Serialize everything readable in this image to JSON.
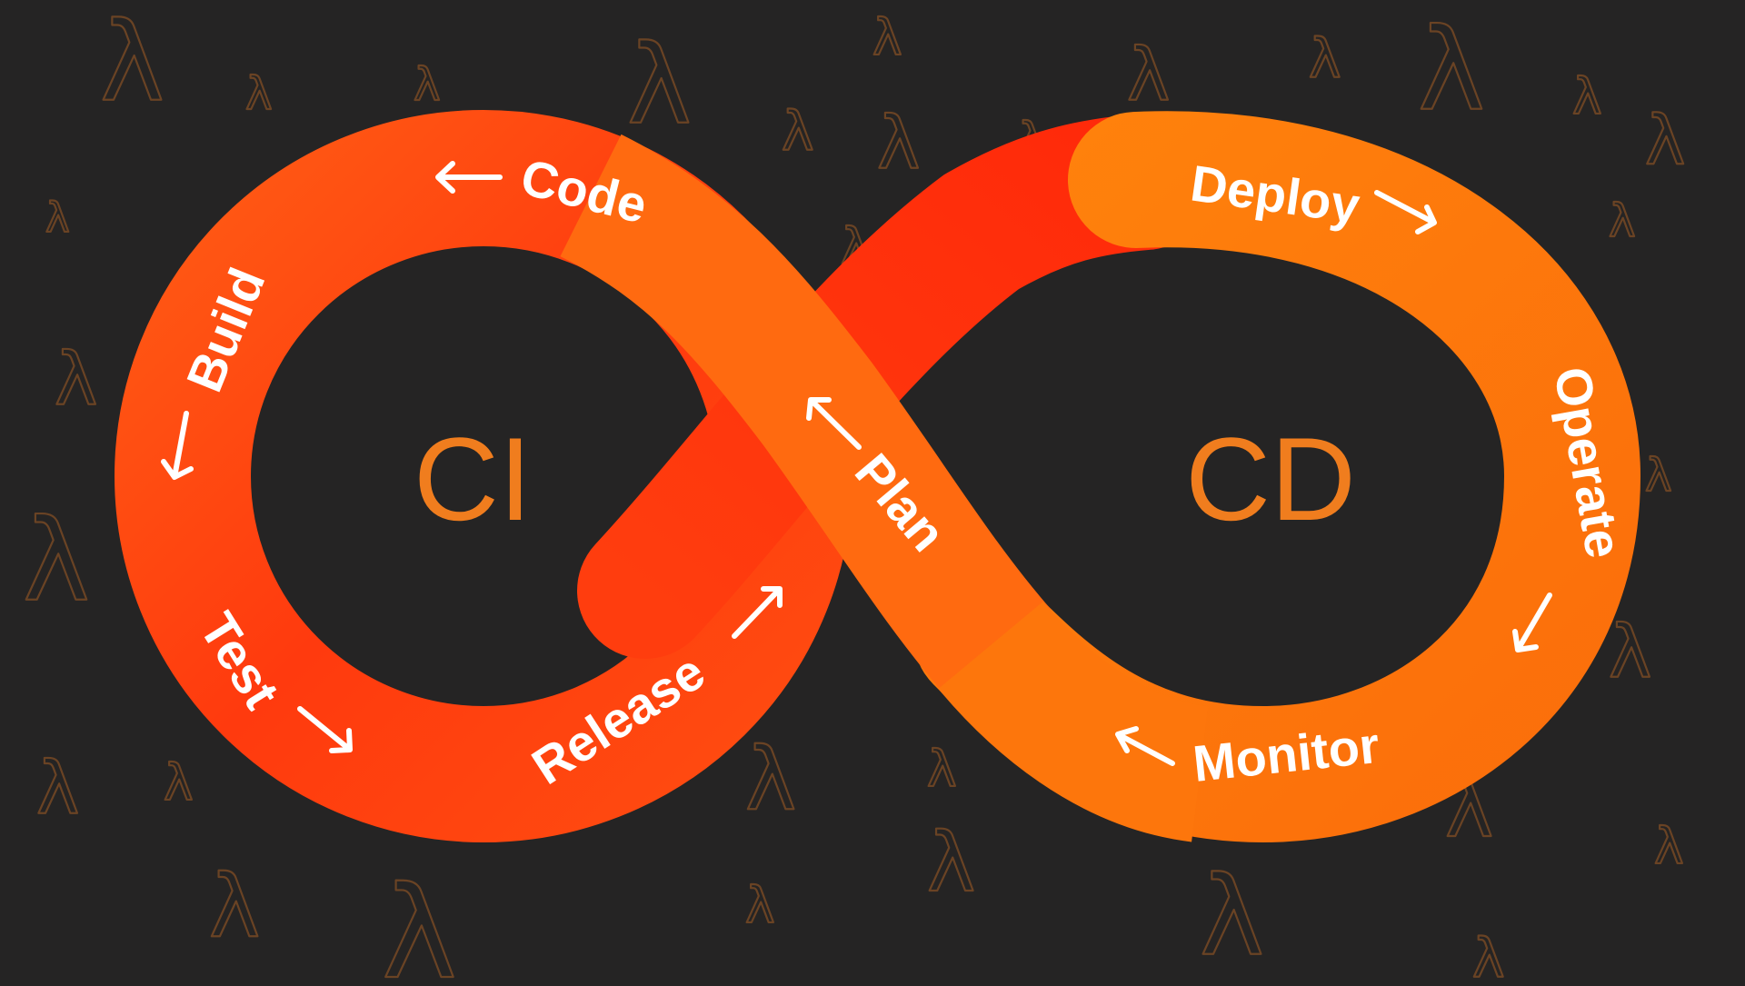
{
  "diagram": {
    "left_loop_title": "CI",
    "right_loop_title": "CD",
    "stages": {
      "code": "Code",
      "build": "Build",
      "test": "Test",
      "release": "Release",
      "plan": "Plan",
      "deploy": "Deploy",
      "operate": "Operate",
      "monitor": "Monitor"
    },
    "pattern_glyph": "λ",
    "colors": {
      "background": "#252424",
      "ci_loop": "#ff4a10",
      "cd_loop": "#fd760c",
      "pattern": "#6a4324",
      "label": "#ffffff",
      "loop_title": "#f07d1e"
    }
  }
}
